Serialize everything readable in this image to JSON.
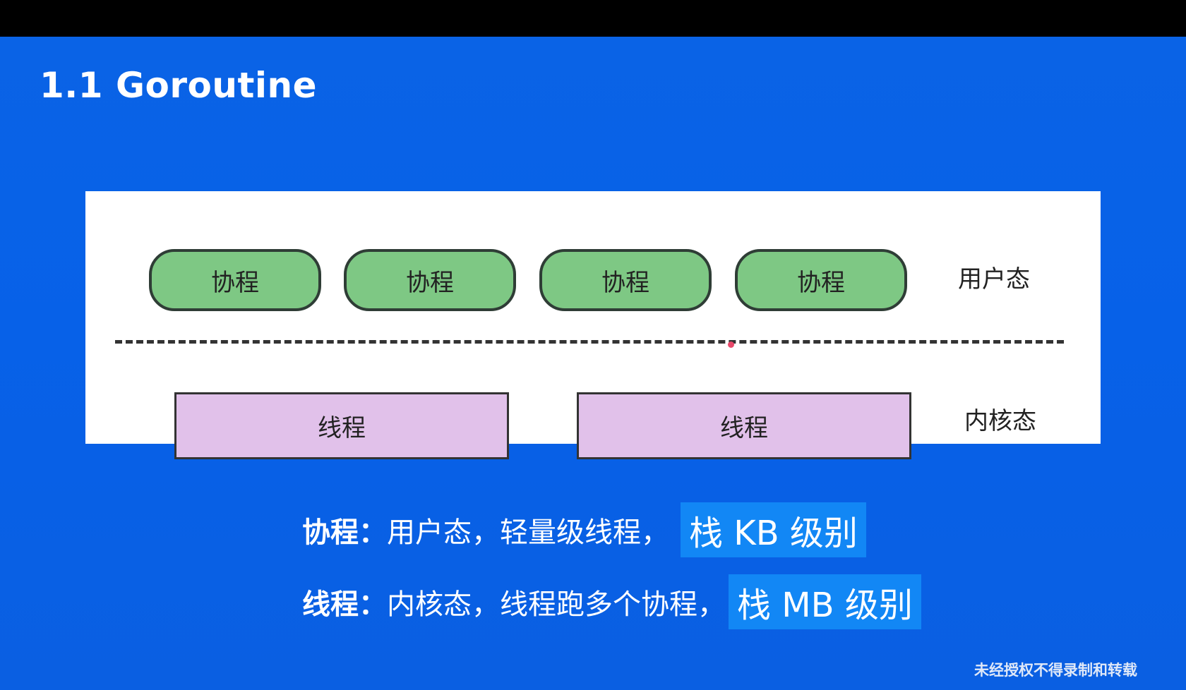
{
  "slide": {
    "title": "1.1 Goroutine"
  },
  "diagram": {
    "coroutines": [
      "协程",
      "协程",
      "协程",
      "协程"
    ],
    "threads": [
      "线程",
      "线程"
    ],
    "user_mode_label": "用户态",
    "kernel_mode_label": "内核态"
  },
  "notes": {
    "line1": {
      "term": "协程：",
      "text": "用户态，轻量级线程，",
      "highlight": "栈 KB 级别"
    },
    "line2": {
      "term": "线程：",
      "text": "内核态，线程跑多个协程，",
      "highlight": "栈 MB 级别"
    }
  },
  "watermark": "未经授权不得录制和转载",
  "colors": {
    "slide_background": "#0761e8",
    "coroutine_fill": "#7ec884",
    "thread_fill": "#e1c1ea",
    "highlight_fill": "#1287f5"
  }
}
